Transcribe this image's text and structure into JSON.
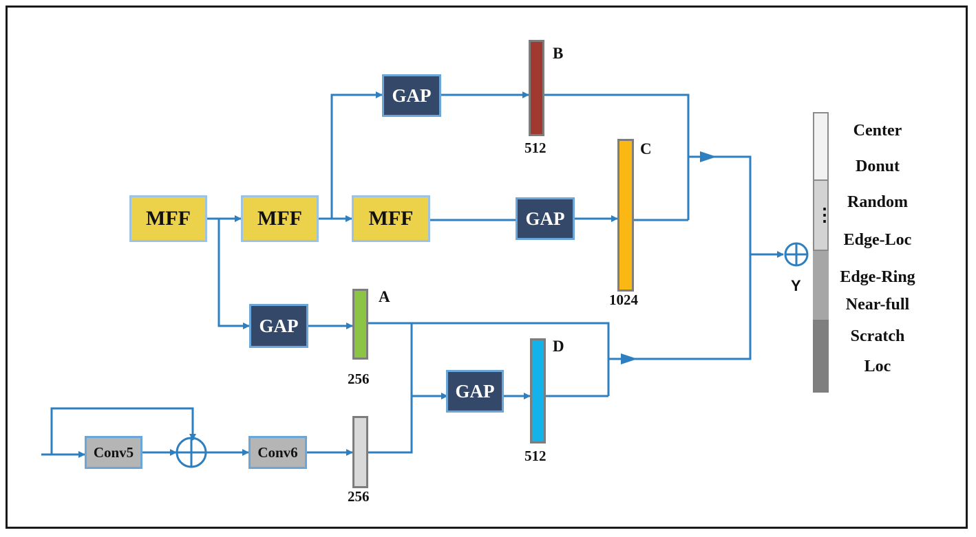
{
  "blocks": {
    "mff1": "MFF",
    "mff2": "MFF",
    "mff3": "MFF",
    "gap_top": "GAP",
    "gap_mid": "GAP",
    "gap_left": "GAP",
    "gap_bottom": "GAP",
    "conv5": "Conv5",
    "conv6": "Conv6"
  },
  "features": {
    "a": {
      "label": "A",
      "size": "256",
      "color": "#8cc443"
    },
    "b": {
      "label": "B",
      "size": "512",
      "color": "#a0392f"
    },
    "c": {
      "label": "C",
      "size": "1024",
      "color": "#fbb713"
    },
    "d": {
      "label": "D",
      "size": "512",
      "color": "#14b2ea"
    },
    "conv_out": {
      "size": "256",
      "color": "#d9d9d9"
    }
  },
  "output": {
    "label": "Y",
    "ellipsis": "⋮",
    "classes": [
      "Center",
      "Donut",
      "Random",
      "Edge-Loc",
      "Edge-Ring",
      "Near-full",
      "Scratch",
      "Loc"
    ],
    "segment_colors": [
      "#f2f2f2",
      "#d3d3d3",
      "#a6a6a6",
      "#7f7f7f"
    ]
  },
  "colors": {
    "wire": "#2e7fbf",
    "mff_fill": "#ecd24a",
    "gap_fill": "#34496a",
    "conv_fill": "#b5b5b5"
  }
}
